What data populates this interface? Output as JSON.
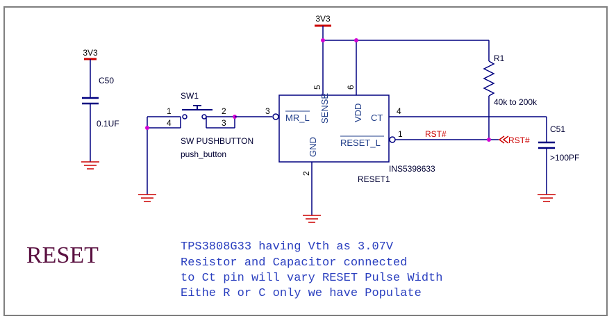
{
  "colors": {
    "wire": "#000080",
    "power": "#cc0000",
    "junction": "#d400d4",
    "frame": "#7f7f7f"
  },
  "power": {
    "c50_rail": "3V3",
    "ic_rail": "3V3"
  },
  "sw1": {
    "ref": "SW1",
    "value": "SW PUSHBUTTON",
    "footprint": "push_button",
    "pin1": "1",
    "pin2": "2",
    "pin3": "3",
    "pin4": "4"
  },
  "c50": {
    "ref": "C50",
    "value": "0.1UF"
  },
  "r1": {
    "ref": "R1",
    "value": "40k to 200k"
  },
  "c51": {
    "ref": "C51",
    "value": ">100PF"
  },
  "ic": {
    "part": "INS5398633",
    "ref": "RESET1",
    "pin_mr": "MR_L",
    "pin_sense": "SENSE",
    "pin_vdd": "VDD",
    "pin_ct": "CT",
    "pin_gnd": "GND",
    "pin_reset": "RESET_L",
    "num_mr": "3",
    "num_sense": "5",
    "num_vdd": "6",
    "num_ct": "4",
    "num_gnd": "2",
    "num_reset": "1"
  },
  "nets": {
    "rst_label": "RST#",
    "rst_port": "RST#"
  },
  "title": "RESET",
  "notes": [
    "TPS3808G33 having Vth as 3.07V",
    "Resistor and Capacitor connected",
    "to Ct pin will vary RESET Pulse Width",
    "Eithe R or C only we have Populate"
  ]
}
